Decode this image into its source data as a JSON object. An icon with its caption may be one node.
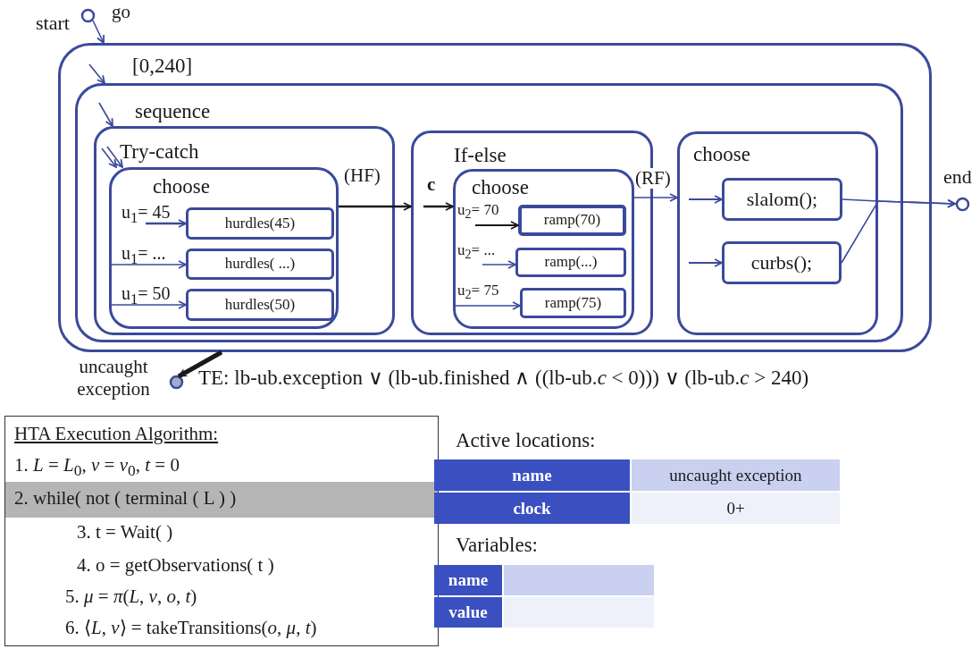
{
  "diagram": {
    "nodes": [
      {
        "text": [],
        "shape": "circle",
        "beside": [
          "start"
        ]
      },
      {
        "text": [
          "[0,240]"
        ]
      },
      {
        "text": [
          "sequence"
        ],
        "in": 1
      },
      {
        "text": [
          "Try-catch"
        ],
        "in": 2
      },
      {
        "text": [
          "choose"
        ],
        "in": 3
      },
      {
        "text": [
          "hurdles(45)"
        ],
        "in": 4
      },
      {
        "text": [
          "hurdles( ...)"
        ],
        "in": 4
      },
      {
        "text": [
          "hurdles(50)"
        ],
        "in": 4
      },
      {
        "text": [
          "If-else"
        ],
        "in": 2
      },
      {
        "text": [
          "choose"
        ],
        "in": 8
      },
      {
        "text": [
          "ramp(70)"
        ],
        "in": 9
      },
      {
        "text": [
          "ramp(...)"
        ],
        "in": 9
      },
      {
        "text": [
          "ramp(75)"
        ],
        "in": 9
      },
      {
        "text": [
          "choose"
        ],
        "in": 2
      },
      {
        "text": [
          "slalom();"
        ],
        "in": 13
      },
      {
        "text": [
          "curbs();"
        ],
        "in": 13
      },
      {
        "text": [],
        "shape": "circle",
        "beside": [
          "end"
        ]
      },
      {
        "text": [],
        "shape": "circle",
        "beside": [
          "uncaught exception"
        ]
      },
      {
        "text": [
          "HTA Execution Algorithm:",
          "1. *L* = *L*$_{0}$, *ν* = *ν*$_{0}$, *t* = 0",
          "2. while( not ( terminal ( L ) )",
          "3. t = Wait( )",
          "4. o = getObservations( t )",
          "5. *μ* = *π*(*L*, *ν*, *o*, *t*)",
          "6. ⟨*L*, *ν*⟩ = takeTransitions(*o*, *μ*, *t*)"
        ]
      }
    ],
    "edges": [
      {
        "from": 0,
        "to": 1,
        "arrow": "to",
        "label": "go"
      },
      {
        "from": 1,
        "to": 2,
        "arrow": "to"
      },
      {
        "from": 2,
        "to": 3,
        "arrow": "to"
      },
      {
        "from": 3,
        "to": 4,
        "arrow": "to"
      },
      {
        "from": 3,
        "to": 4,
        "arrow": "to"
      },
      {
        "from": 4,
        "to": 5,
        "arrow": "to",
        "label": "u$_{1}$= 45"
      },
      {
        "from": 4,
        "to": 6,
        "arrow": "to",
        "label": "u$_{1}$= ..."
      },
      {
        "from": 4,
        "to": 7,
        "arrow": "to",
        "label": "u$_{1}$= 50"
      },
      {
        "from": 4,
        "to": 8,
        "arrow": "to",
        "label": "(HF)",
        "color": "#1a1a1a"
      },
      {
        "from": 8,
        "to": 9,
        "arrow": "to",
        "label": "c",
        "color": "#1a1a1a"
      },
      {
        "from": 9,
        "to": 10,
        "arrow": "to",
        "label": "u$_{2}$= 70",
        "color": "#1a1a1a"
      },
      {
        "from": 9,
        "to": 11,
        "arrow": "to",
        "label": "u$_{2}$= ..."
      },
      {
        "from": 9,
        "to": 12,
        "arrow": "to",
        "label": "u$_{2}$= 75"
      },
      {
        "from": 9,
        "to": 13,
        "arrow": "to",
        "label": "(RF)"
      },
      {
        "from": 13,
        "to": 14,
        "arrow": "to"
      },
      {
        "from": 13,
        "to": 15,
        "arrow": "to"
      },
      {
        "from": 14,
        "to": 16,
        "arrow": "to"
      },
      {
        "from": 15,
        "to": 16,
        "arrow": "to"
      },
      {
        "from": 1,
        "to": 17,
        "arrow": "to",
        "style": "thick",
        "color": "#1a1a1a"
      }
    ],
    "labels": [
      "TE: lb-ub.exception ∨ (lb-ub.finished ∧ ((lb-ub.*c* < 0))) ∨ (lb-ub.*c* > 240)",
      "Active locations:",
      "name",
      "uncaught exception",
      "clock",
      "0+",
      "Variables:",
      "name",
      "value"
    ]
  }
}
